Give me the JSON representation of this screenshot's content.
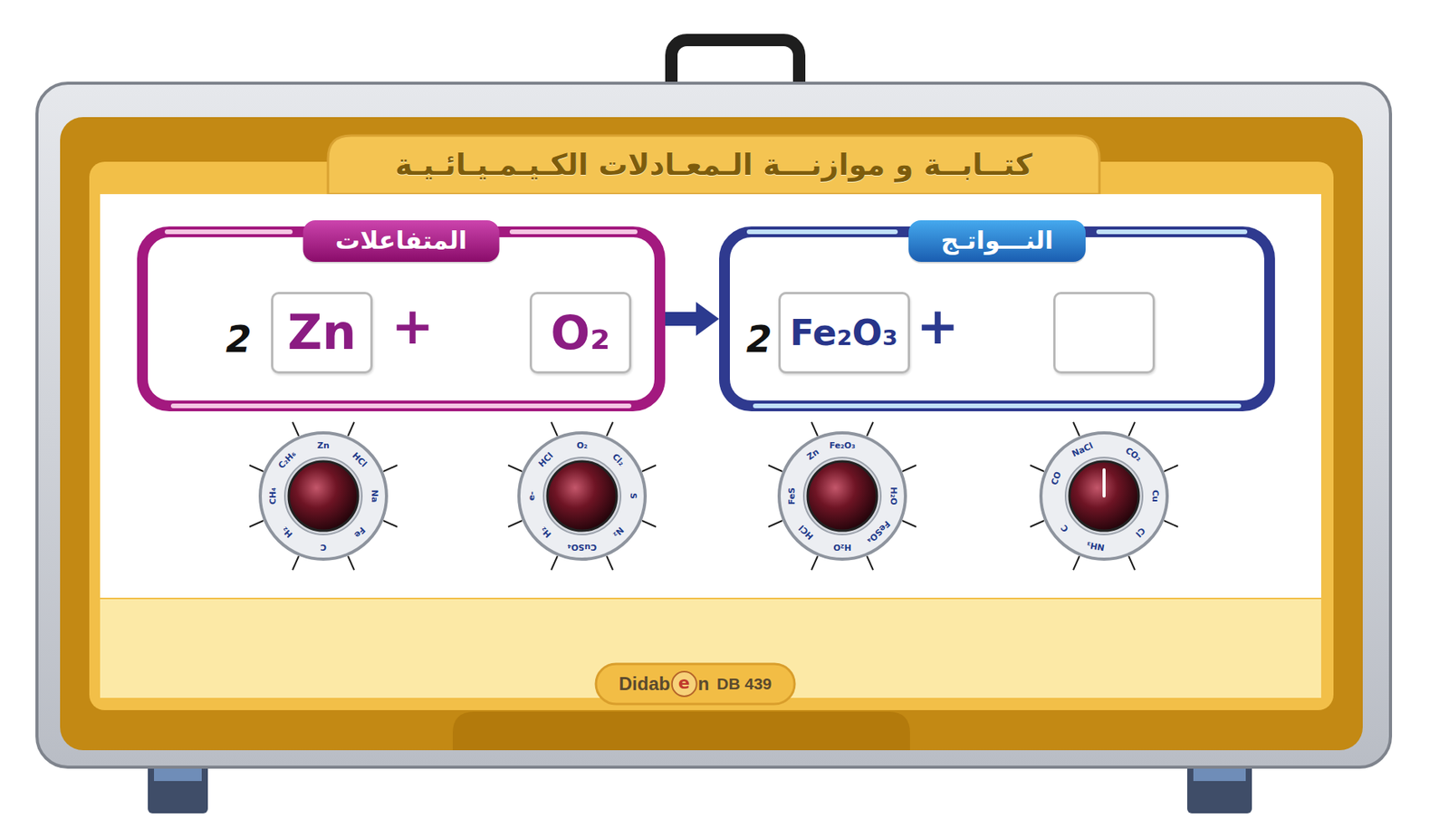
{
  "diagram": {
    "title": "كتــابــة و موازنـــة الـمعـادلات الكـيـمـيـائـيـة",
    "nodes": [
      {
        "text": [
          "المتفاعلات"
        ]
      },
      {
        "text": [
          "Zn"
        ],
        "in": 0
      },
      {
        "text": [
          "O₂"
        ],
        "in": 0
      },
      {
        "text": [
          "النـــواتـج"
        ]
      },
      {
        "text": [
          "Fe₂O₃"
        ],
        "in": 3
      }
    ],
    "edges": [
      {
        "from": 0,
        "to": 3,
        "arrow": "to"
      }
    ],
    "labels": [
      "2",
      "+",
      "2",
      "+",
      "Zn",
      "HCl",
      "Na",
      "Fe",
      "C",
      "H₂",
      "CH₄",
      "C₂H₆",
      "O₂",
      "Cl₂",
      "S",
      "N₂",
      "CuSO₄",
      "H₂",
      "e-",
      "HCl",
      "Zn",
      "Fe₂O₃",
      "H₂O",
      "FeSO₄",
      "H₂O",
      "HCl",
      "FeS",
      "CO",
      "NaCl",
      "CO₂",
      "Cu",
      "Cl",
      "NH₃",
      "C",
      "Didab",
      "e",
      "n",
      "DB 439"
    ]
  }
}
